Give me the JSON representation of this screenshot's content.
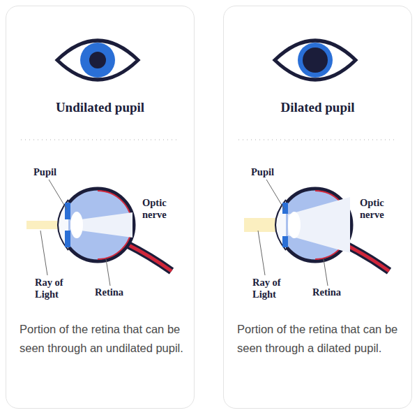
{
  "diagram": {
    "nodes": [
      {
        "text": [
          "Undilated pupil",
          "Portion of the retina that can be seen through an undilated pupil."
        ]
      },
      {
        "text": [
          "Dilated pupil",
          "Portion of the retina that can be seen through a dilated pupil."
        ]
      }
    ],
    "labels": [
      "Pupil",
      "Optic nerve",
      "Ray of Light",
      "Retina",
      "Pupil",
      "Optic nerve",
      "Ray of Light",
      "Retina"
    ]
  }
}
